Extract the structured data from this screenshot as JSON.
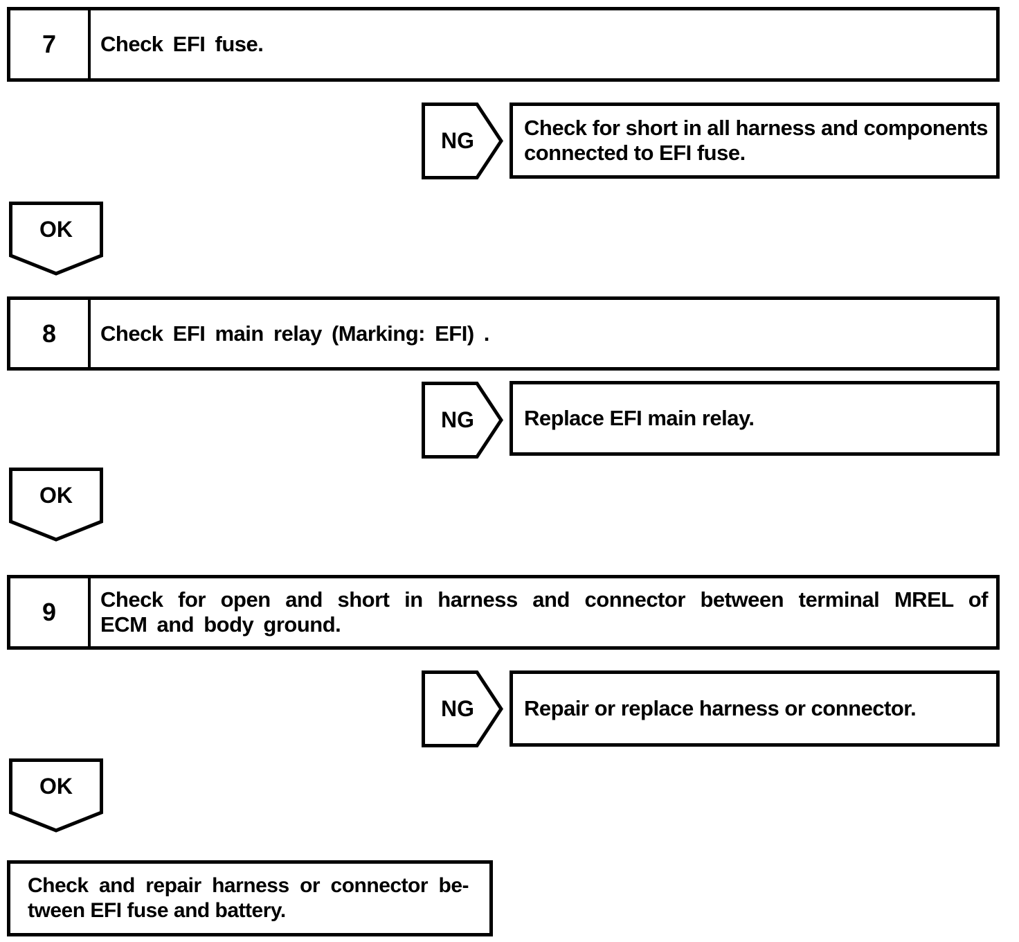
{
  "flow": {
    "ng_label": "NG",
    "ok_label": "OK",
    "steps": [
      {
        "number": "7",
        "lines": [
          "Check EFI fuse."
        ]
      },
      {
        "number": "8",
        "lines": [
          "Check EFI main relay (Marking: EFI) ."
        ]
      },
      {
        "number": "9",
        "lines": [
          "Check for open and short in harness and connector between terminal MREL of",
          "ECM and body ground."
        ]
      }
    ],
    "ng_results": [
      {
        "lines": [
          "Check for short in all harness and components",
          "connected to EFI fuse."
        ]
      },
      {
        "lines": [
          "Replace EFI main relay."
        ]
      },
      {
        "lines": [
          "Repair or replace harness or connector."
        ]
      }
    ],
    "final": {
      "lines": [
        "Check and repair harness or connector be-",
        "tween EFI fuse and battery."
      ]
    },
    "colors": {
      "ink": "#000000",
      "paper": "#ffffff"
    }
  }
}
